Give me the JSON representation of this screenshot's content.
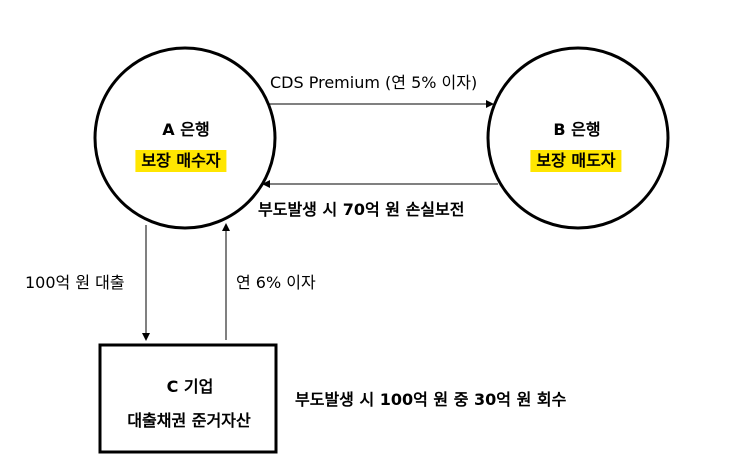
{
  "nodes": {
    "bank_a": {
      "name": "A 은행",
      "role": "보장 매수자"
    },
    "bank_b": {
      "name": "B 은행",
      "role": "보장 매도자"
    },
    "company_c": {
      "name": "C 기업",
      "asset": "대출채권 준거자산"
    }
  },
  "edges": {
    "premium": "CDS Premium (연 5% 이자)",
    "compensation": "부도발생 시 70억 원 손실보전",
    "loan": "100억 원 대출",
    "interest": "연 6% 이자",
    "recovery": "부도발생 시 100억 원 중 30억 원 회수"
  },
  "colors": {
    "highlight": "#ffe600",
    "stroke": "#000000"
  }
}
